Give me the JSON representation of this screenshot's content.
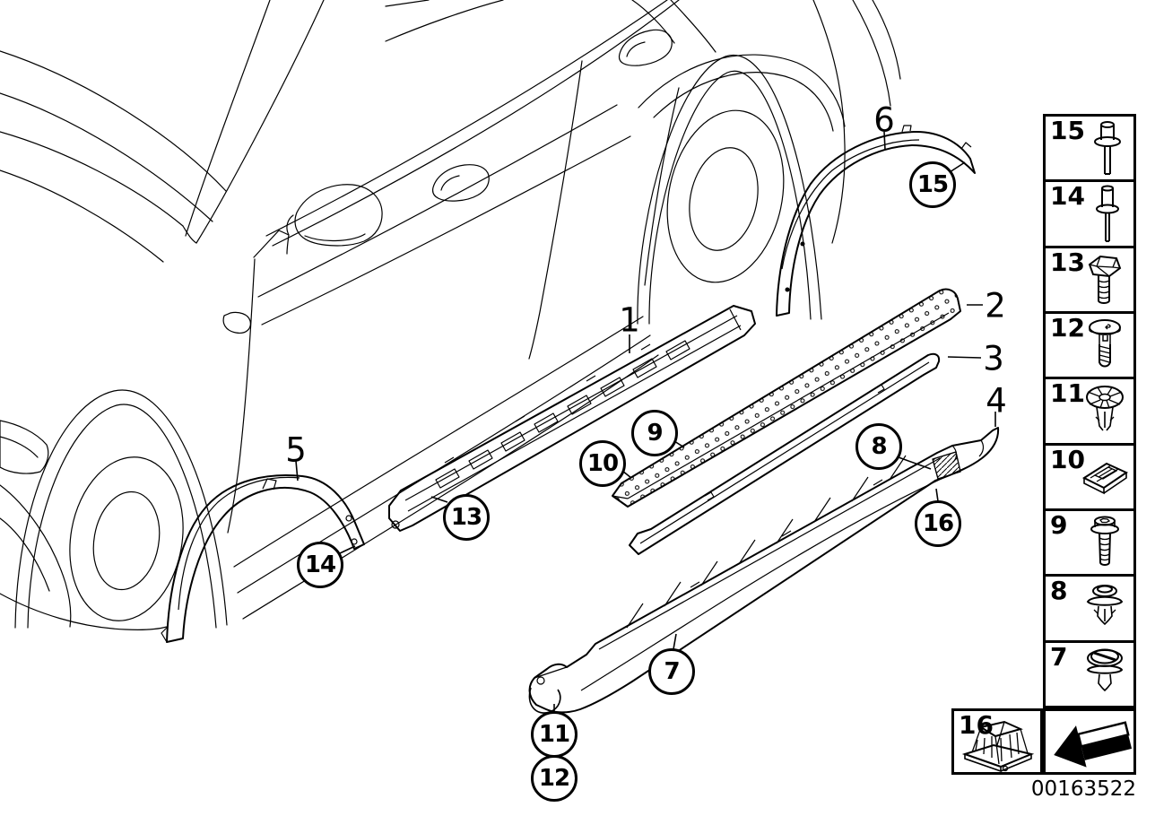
{
  "colors": {
    "line": "#000000",
    "background": "#ffffff"
  },
  "diagram": {
    "description": "Trim panel / wheel arch cover and running board exploded parts drawing",
    "plain_callouts": [
      {
        "label": "1"
      },
      {
        "label": "2"
      },
      {
        "label": "3"
      },
      {
        "label": "4"
      },
      {
        "label": "5"
      },
      {
        "label": "6"
      }
    ],
    "circled_callouts": [
      {
        "label": "7"
      },
      {
        "label": "8"
      },
      {
        "label": "9"
      },
      {
        "label": "10"
      },
      {
        "label": "11"
      },
      {
        "label": "12"
      },
      {
        "label": "13"
      },
      {
        "label": "14"
      },
      {
        "label": "15"
      },
      {
        "label": "16"
      }
    ]
  },
  "sidebar": {
    "items": [
      {
        "number": "15",
        "icon": "blind-rivet-icon"
      },
      {
        "number": "14",
        "icon": "blind-rivet-long-icon"
      },
      {
        "number": "13",
        "icon": "hex-bolt-icon"
      },
      {
        "number": "12",
        "icon": "washer-head-screw-icon"
      },
      {
        "number": "11",
        "icon": "expanding-rivet-icon"
      },
      {
        "number": "10",
        "icon": "clamp-plate-icon"
      },
      {
        "number": "9",
        "icon": "flange-screw-icon"
      },
      {
        "number": "8",
        "icon": "push-pin-clip-icon"
      },
      {
        "number": "7",
        "icon": "slotted-clip-icon"
      }
    ],
    "extra_item": {
      "number": "16",
      "icon": "support-bracket-icon"
    },
    "navigation_arrow_icon": "page-continue-arrow-icon"
  },
  "footer": {
    "document_number": "00163522"
  }
}
